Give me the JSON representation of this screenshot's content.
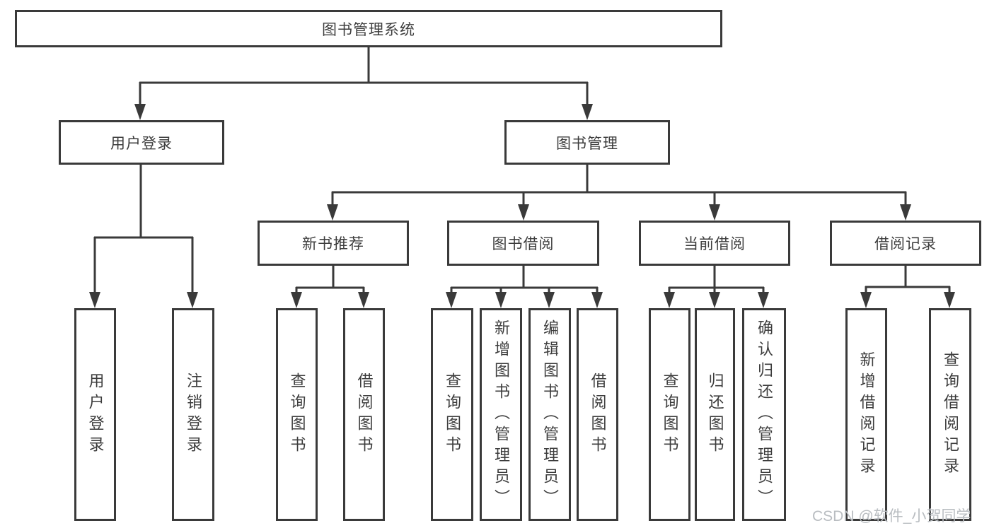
{
  "colors": {
    "line": "#3a3a3a",
    "text": "#3d3d3d",
    "background": "#ffffff",
    "watermark": "#b9bdc1"
  },
  "watermark": {
    "text": "CSDN @软件_小贺同学"
  },
  "tree": {
    "root": {
      "label": "图书管理系统"
    },
    "branches": [
      {
        "label": "用户登录",
        "children": [
          {
            "label": "用户登录"
          },
          {
            "label": "注销登录"
          }
        ]
      },
      {
        "label": "图书管理",
        "children": [
          {
            "label": "新书推荐",
            "children": [
              {
                "label": "查询图书"
              },
              {
                "label": "借阅图书"
              }
            ]
          },
          {
            "label": "图书借阅",
            "children": [
              {
                "label": "查询图书"
              },
              {
                "label": "新增图书（管理员）"
              },
              {
                "label": "编辑图书（管理员）"
              },
              {
                "label": "借阅图书"
              }
            ]
          },
          {
            "label": "当前借阅",
            "children": [
              {
                "label": "查询图书"
              },
              {
                "label": "归还图书"
              },
              {
                "label": "确认归还（管理员）"
              }
            ]
          },
          {
            "label": "借阅记录",
            "children": [
              {
                "label": "新增借阅记录"
              },
              {
                "label": "查询借阅记录"
              }
            ]
          }
        ]
      }
    ]
  }
}
